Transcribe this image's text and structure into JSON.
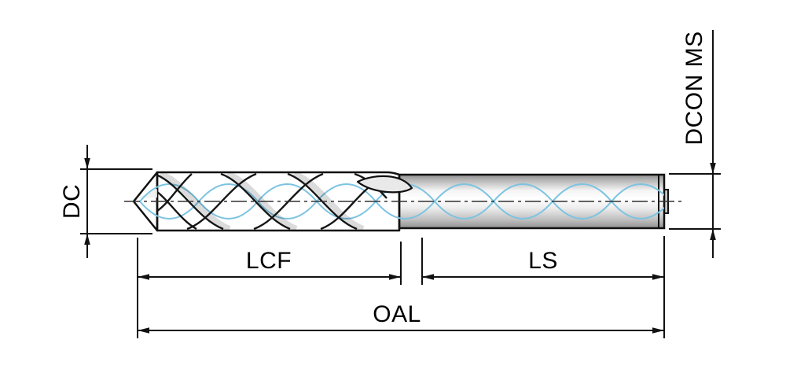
{
  "diagram": {
    "title": "drill-dimension-diagram",
    "labels": {
      "dc": "DC",
      "dcon_ms": "DCON MS",
      "lcf": "LCF",
      "ls": "LS",
      "oal": "OAL"
    },
    "colors": {
      "line": "#111111",
      "coolant_channel": "#7cc3e2",
      "background": "#ffffff"
    }
  }
}
